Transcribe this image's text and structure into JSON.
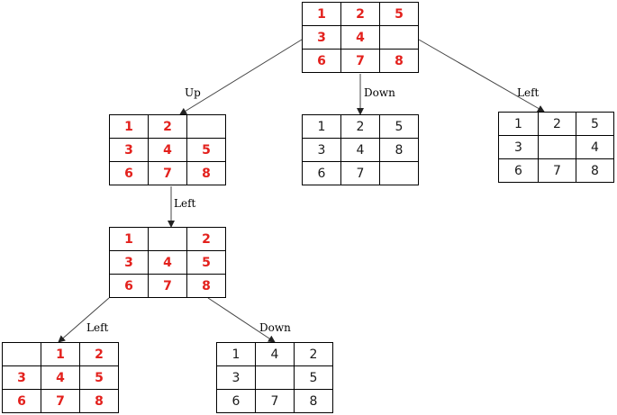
{
  "labels": {
    "root_up": "Up",
    "root_down": "Down",
    "root_left": "Left",
    "up_left": "Left",
    "level2_left": "Left",
    "level2_down": "Down"
  },
  "grids": {
    "root": {
      "color": "red",
      "cells": [
        "1",
        "2",
        "5",
        "3",
        "4",
        "",
        "6",
        "7",
        "8"
      ]
    },
    "up": {
      "color": "red",
      "cells": [
        "1",
        "2",
        "",
        "3",
        "4",
        "5",
        "6",
        "7",
        "8"
      ]
    },
    "down": {
      "color": "black",
      "cells": [
        "1",
        "2",
        "5",
        "3",
        "4",
        "8",
        "6",
        "7",
        ""
      ]
    },
    "left": {
      "color": "black",
      "cells": [
        "1",
        "2",
        "5",
        "3",
        "",
        "4",
        "6",
        "7",
        "8"
      ]
    },
    "up_left": {
      "color": "red",
      "cells": [
        "1",
        "",
        "2",
        "3",
        "4",
        "5",
        "6",
        "7",
        "8"
      ]
    },
    "up_left_left": {
      "color": "red",
      "cells": [
        "",
        "1",
        "2",
        "3",
        "4",
        "5",
        "6",
        "7",
        "8"
      ]
    },
    "up_left_down": {
      "color": "black",
      "cells": [
        "1",
        "4",
        "2",
        "3",
        "",
        "5",
        "6",
        "7",
        "8"
      ]
    }
  },
  "colors": {
    "red_tile": "#e3211d",
    "black_tile": "#1a1a1a",
    "edge": "#444444"
  }
}
